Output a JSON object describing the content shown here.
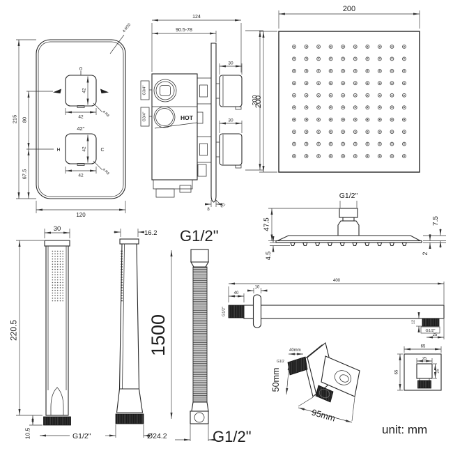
{
  "colors": {
    "line": "#262626",
    "background": "#ffffff"
  },
  "drawing": {
    "unit_note": "unit: mm",
    "valve_front": {
      "height": "215",
      "width": "120",
      "knob_spacing": "80",
      "bottom_offset": "67.5",
      "zero_mark": "0",
      "temp_angle": "42°",
      "hot_mark": "H",
      "cold_mark": "C",
      "knob_height_top": "42",
      "knob_width_top": "42",
      "knob_corner_top": "4-R8",
      "knob_height_bottom": "42",
      "knob_width_bottom": "42",
      "knob_corner_bottom": "4-R8",
      "panel_corner": "4-R20"
    },
    "valve_side": {
      "total_depth": "124",
      "install_depth": "90.5-78",
      "plate_height": "200",
      "knob_depth_top": "30",
      "knob_depth_bottom": "30",
      "inlet_top": "G3/4\"",
      "inlet_bottom": "G3/4\"",
      "hot_text": "HOT",
      "plate_corner": "R2",
      "plate_thickness": "8"
    },
    "head_top": {
      "width": "200",
      "height": "200"
    },
    "head_side": {
      "thread": "G1/2\"",
      "total_height": "47.5",
      "body_height": "7.5",
      "plate_thickness": "2",
      "nozzle_height": "4.5"
    },
    "hand_front": {
      "width": "30",
      "length": "220.5",
      "thread_length": "10.5",
      "thread": "G1/2\""
    },
    "hand_side": {
      "depth": "16.2",
      "diameter": "Ø24.2"
    },
    "hose": {
      "top_thread": "G1/2\"",
      "length": "1500",
      "bottom_thread": "G1/2\""
    },
    "arm": {
      "length": "400",
      "thread_length": "40",
      "flange_depth": "10",
      "wall_thread": "G1/2\"",
      "drop_height": "12",
      "drop_thread": "G1/2\"",
      "end_offset": "25"
    },
    "outlet_elbow": {
      "depth": "40mm",
      "thread": "G1/2",
      "height": "50mm",
      "width": "95mm"
    },
    "escutcheon": {
      "outer_width": "65",
      "outer_height": "65",
      "inner_width": "25",
      "inner_height": "25"
    }
  }
}
